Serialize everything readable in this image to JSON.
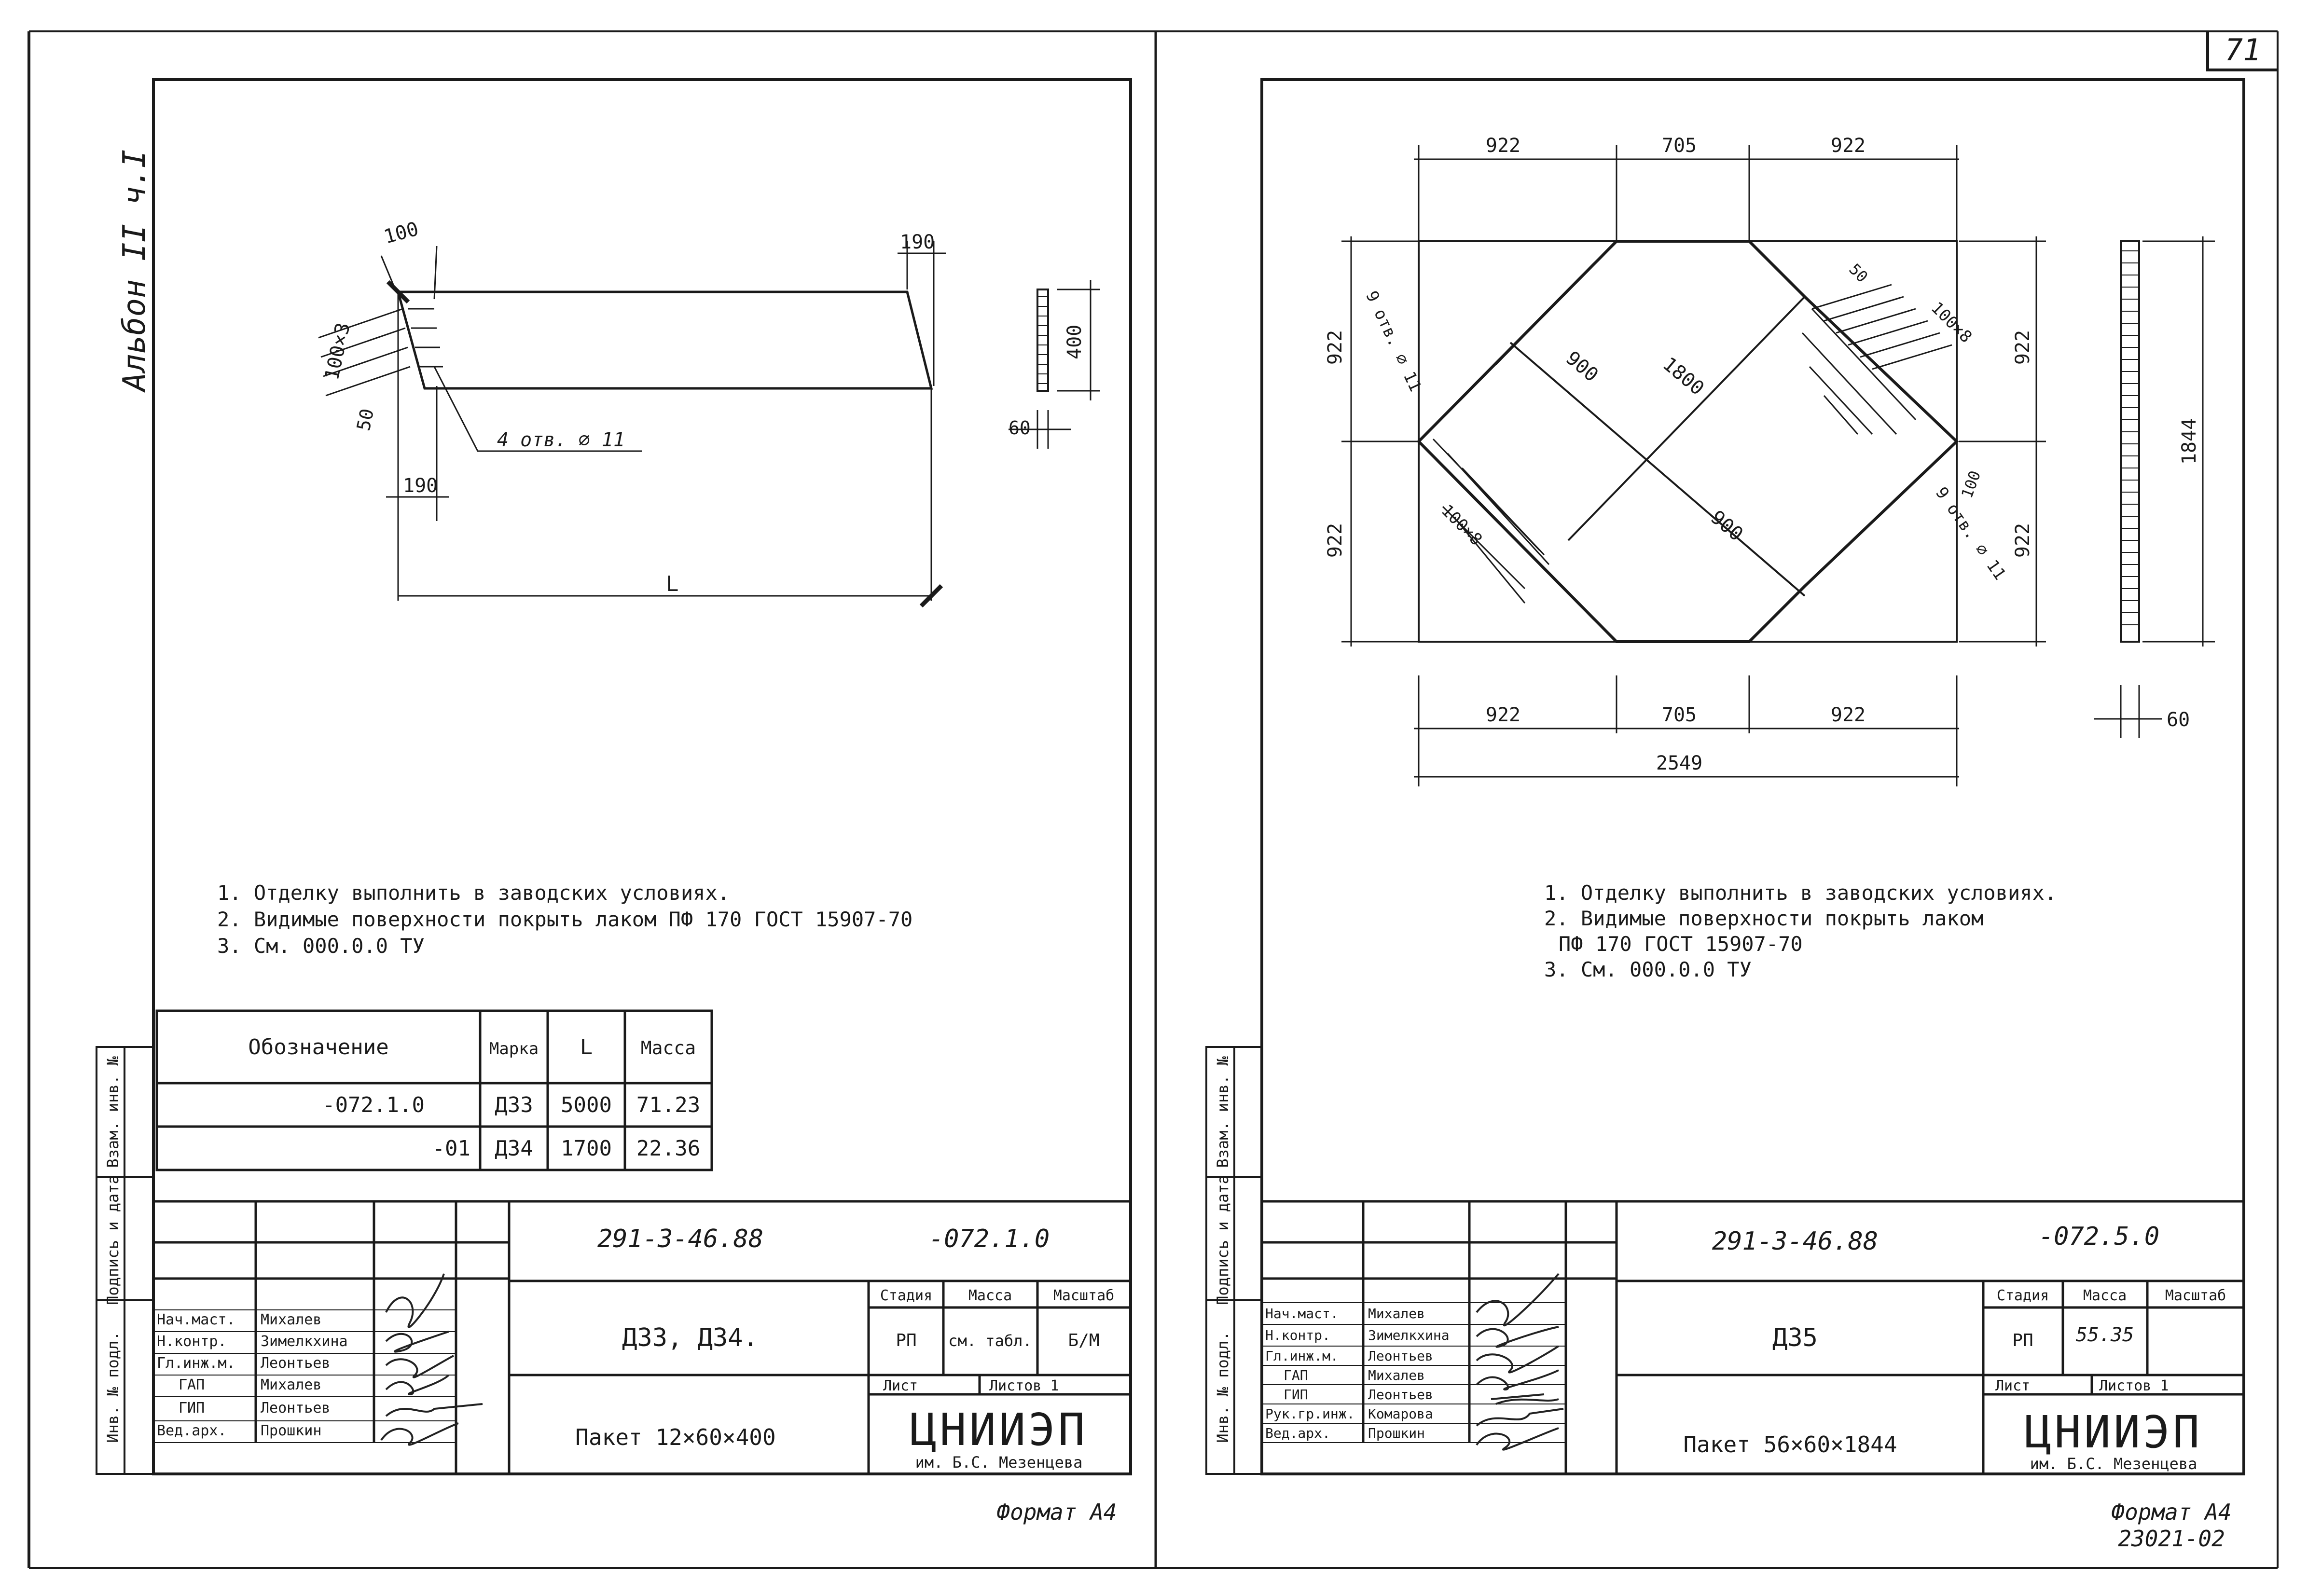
{
  "page_number": "71",
  "album_label": "Альбон II ч.I",
  "format_label": "Формат А4",
  "archive_code": "23021-02",
  "left": {
    "dims": {
      "top_left": "100",
      "top_right": "190",
      "side_stack": "100×3",
      "side_small": "50",
      "bottom_left": "190",
      "length": "L",
      "holes": "4 отв. ⌀ 11",
      "height": "400",
      "thickness": "60"
    },
    "notes": [
      "1. Отделку выполнить в заводских условиях.",
      "2. Видимые поверхности покрыть лаком ПФ 170 ГОСТ 15907-70",
      "3. См. 000.0.0 ТУ"
    ],
    "table": {
      "headers": [
        "Обозначение",
        "Марка",
        "L",
        "Масса"
      ],
      "rows": [
        [
          "-072.1.0",
          "Д33",
          "5000",
          "71.23"
        ],
        [
          "-01",
          "Д34",
          "1700",
          "22.36"
        ]
      ]
    },
    "titleblock": {
      "doc_code": "291-3-46.88",
      "doc_sub": "-072.1.0",
      "item": "Д33, Д34.",
      "package": "Пакет 12×60×400",
      "stage_header": "Стадия",
      "mass_header": "Масса",
      "scale_header": "Масштаб",
      "stage": "РП",
      "mass": "см. табл.",
      "scale": "Б/М",
      "sheet_label": "Лист",
      "sheets_label": "Листов 1",
      "org": "ЦНИИЭП",
      "org_sub": "им. Б.С. Мезенцева",
      "roles": [
        [
          "Нач.маст.",
          "Михалев"
        ],
        [
          "Н.контр.",
          "Зимелкхина"
        ],
        [
          "Гл.инж.м.",
          "Леонтьев"
        ],
        [
          "ГАП",
          "Михалев"
        ],
        [
          "ГИП",
          "Леонтьев"
        ],
        [
          "Вед.арх.",
          "Прошкин"
        ]
      ]
    },
    "side_labels": [
      "Инв. № подл.",
      "Подпись и дата",
      "Взам. инв. №"
    ]
  },
  "right": {
    "dims": {
      "top": [
        "922",
        "705",
        "922"
      ],
      "bottom": [
        "922",
        "705",
        "922"
      ],
      "total": "2549",
      "left": [
        "922",
        "922"
      ],
      "right": [
        "922",
        "922"
      ],
      "height": "1844",
      "thickness": "60",
      "holes_top": "9 отв. ⌀ 11",
      "holes_right": "9 отв. ⌀ 11",
      "diag_900_a": "900",
      "diag_900_b": "900",
      "diag_1800": "1800",
      "step_top": "100×8",
      "step_bottom": "100×8",
      "small_50": "50",
      "small_100": "100"
    },
    "notes": [
      "1. Отделку выполнить в заводских условиях.",
      "2. Видимые поверхности покрыть лаком",
      "ПФ 170 ГОСТ 15907-70",
      "3. См. 000.0.0 ТУ"
    ],
    "titleblock": {
      "doc_code": "291-3-46.88",
      "doc_sub": "-072.5.0",
      "item": "Д35",
      "package": "Пакет 56×60×1844",
      "stage_header": "Стадия",
      "mass_header": "Масса",
      "scale_header": "Масштаб",
      "stage": "РП",
      "mass": "55.35",
      "sheet_label": "Лист",
      "sheets_label": "Листов 1",
      "org": "ЦНИИЭП",
      "org_sub": "им. Б.С. Мезенцева",
      "roles": [
        [
          "Нач.маст.",
          "Михалев"
        ],
        [
          "Н.контр.",
          "Зимелкхина"
        ],
        [
          "Гл.инж.м.",
          "Леонтьев"
        ],
        [
          "ГАП",
          "Михалев"
        ],
        [
          "ГИП",
          "Леонтьев"
        ],
        [
          "Рук.гр.инж.",
          "Комарова"
        ],
        [
          "Вед.арх.",
          "Прошкин"
        ]
      ]
    },
    "side_labels": [
      "Инв. № подл.",
      "Подпись и дата",
      "Взам. инв. №"
    ]
  },
  "colors": {
    "ink": "#1a1a1a",
    "paper": "#ffffff"
  }
}
